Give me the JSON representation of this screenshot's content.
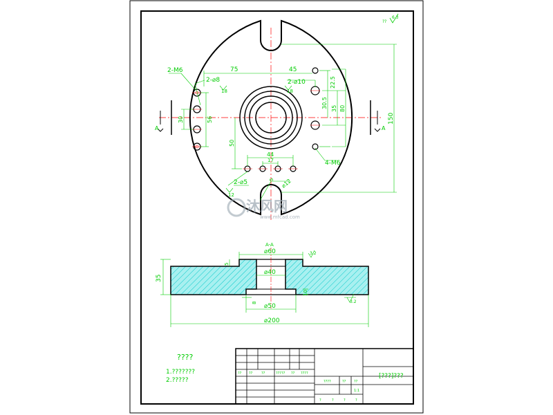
{
  "colors": {
    "outline": "#000000",
    "dimension": "#00cc00",
    "centerline": "#ff0000",
    "hatch": "#00c8c8",
    "hatch_fill": "#a8f0f0",
    "watermark": "#9aa6b0"
  },
  "top_view": {
    "labels": {
      "tap_left": "2-M6",
      "hole_left": "2-⌀8",
      "tap_right": "4-M6",
      "hole_right": "2-⌀10",
      "hole_small": "2-⌀5",
      "dia_bottom": "⌀12",
      "dim_75": "75",
      "dim_45": "45",
      "dim_22_5": "22.5",
      "dim_30_5": "30.5",
      "dim_35": "35",
      "dim_80": "80",
      "dim_150": "150",
      "dim_50": "50",
      "dim_56": "56",
      "dim_30": "30",
      "dim_44": "44",
      "dim_17": "17",
      "dim_5": "5",
      "depth_left": "18",
      "depth_right": "18",
      "depth_small": "12",
      "section_left": "A",
      "section_right": "A"
    }
  },
  "section_view": {
    "labels": {
      "title": "A-A",
      "dia_60": "⌀60",
      "dia_40": "⌀40",
      "dia_50": "⌀50",
      "dia_200": "⌀200",
      "height_35": "35",
      "depth_5": "5",
      "rough_32": "3.2",
      "rough_32_b": "3.2",
      "dim_10": "10",
      "dim_8": "8"
    }
  },
  "roughness": {
    "label": "6.3",
    "prefix": "??"
  },
  "notes": {
    "title": "????",
    "line1": "1.???????",
    "line2": "2.?????"
  },
  "title_block": {
    "drawing_title": "[???]???",
    "cell_labels": [
      "??",
      "??",
      "??",
      "?????",
      "??",
      "????"
    ],
    "middle_label": "????",
    "right_labels": [
      "??",
      "??"
    ],
    "scale": "1:1",
    "bottom_labels": [
      "?",
      "?",
      "?",
      "?"
    ]
  },
  "watermark": {
    "brand": "沐风网",
    "url": "www.mfcad.com"
  }
}
